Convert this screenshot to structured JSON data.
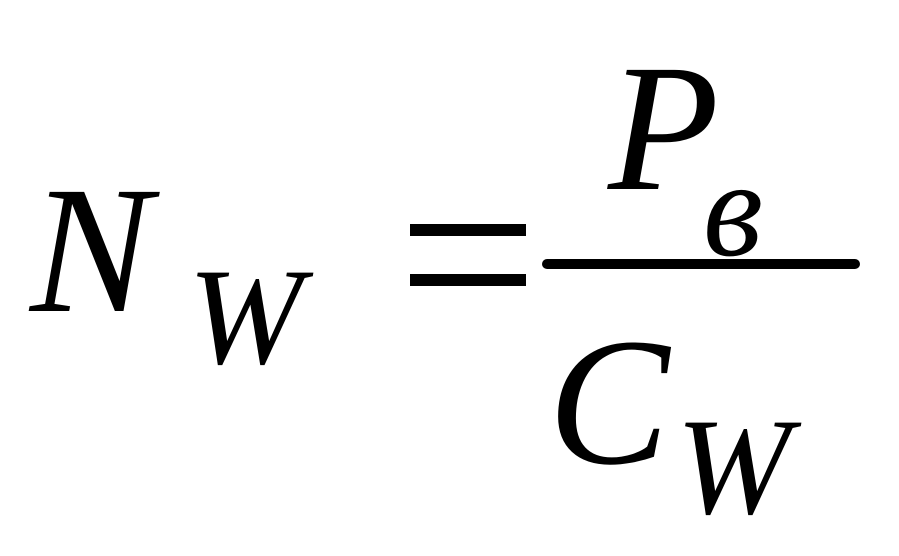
{
  "formula": {
    "lhs": {
      "symbol": "N",
      "subscript": "W"
    },
    "numerator": {
      "symbol": "P",
      "subscript": "в"
    },
    "denominator": {
      "symbol": "C",
      "subscript": "W"
    }
  },
  "colors": {
    "background": "#ffffff",
    "ink": "#000000"
  }
}
